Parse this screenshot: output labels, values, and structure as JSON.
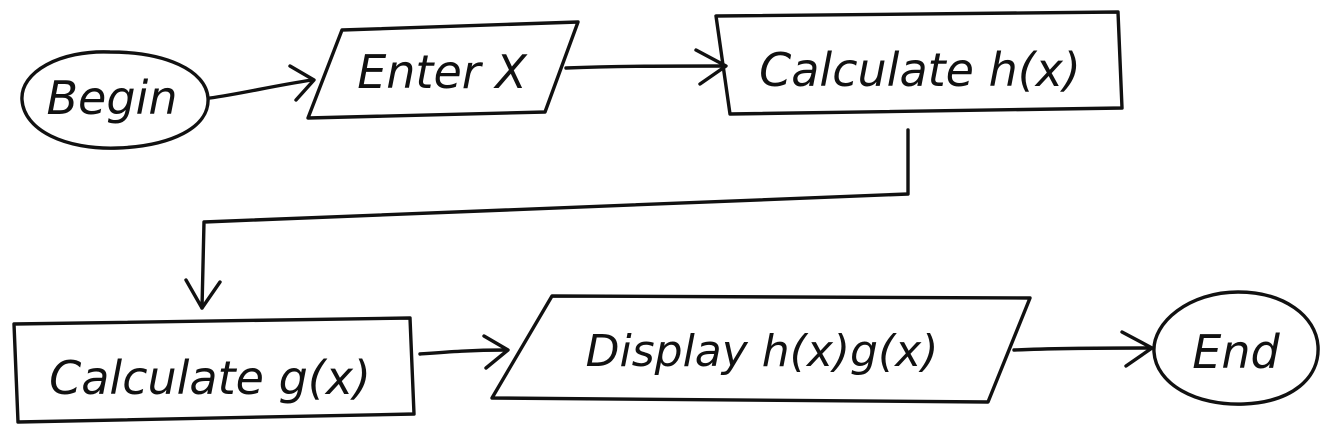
{
  "colors": {
    "ink": "#111111",
    "background": "#ffffff"
  },
  "diagram": {
    "type": "flowchart",
    "nodes": [
      {
        "id": "begin",
        "shape": "terminator",
        "label": "Begin"
      },
      {
        "id": "enter",
        "shape": "input-output",
        "label": "Enter X"
      },
      {
        "id": "calc-h",
        "shape": "process",
        "label": "Calculate h(x)"
      },
      {
        "id": "calc-g",
        "shape": "process",
        "label": "Calculate g(x)"
      },
      {
        "id": "display",
        "shape": "input-output",
        "label": "Display h(x)g(x)"
      },
      {
        "id": "end",
        "shape": "terminator",
        "label": "End"
      }
    ],
    "edges": [
      {
        "from": "begin",
        "to": "enter"
      },
      {
        "from": "enter",
        "to": "calc-h"
      },
      {
        "from": "calc-h",
        "to": "calc-g"
      },
      {
        "from": "calc-g",
        "to": "display"
      },
      {
        "from": "display",
        "to": "end"
      }
    ]
  }
}
